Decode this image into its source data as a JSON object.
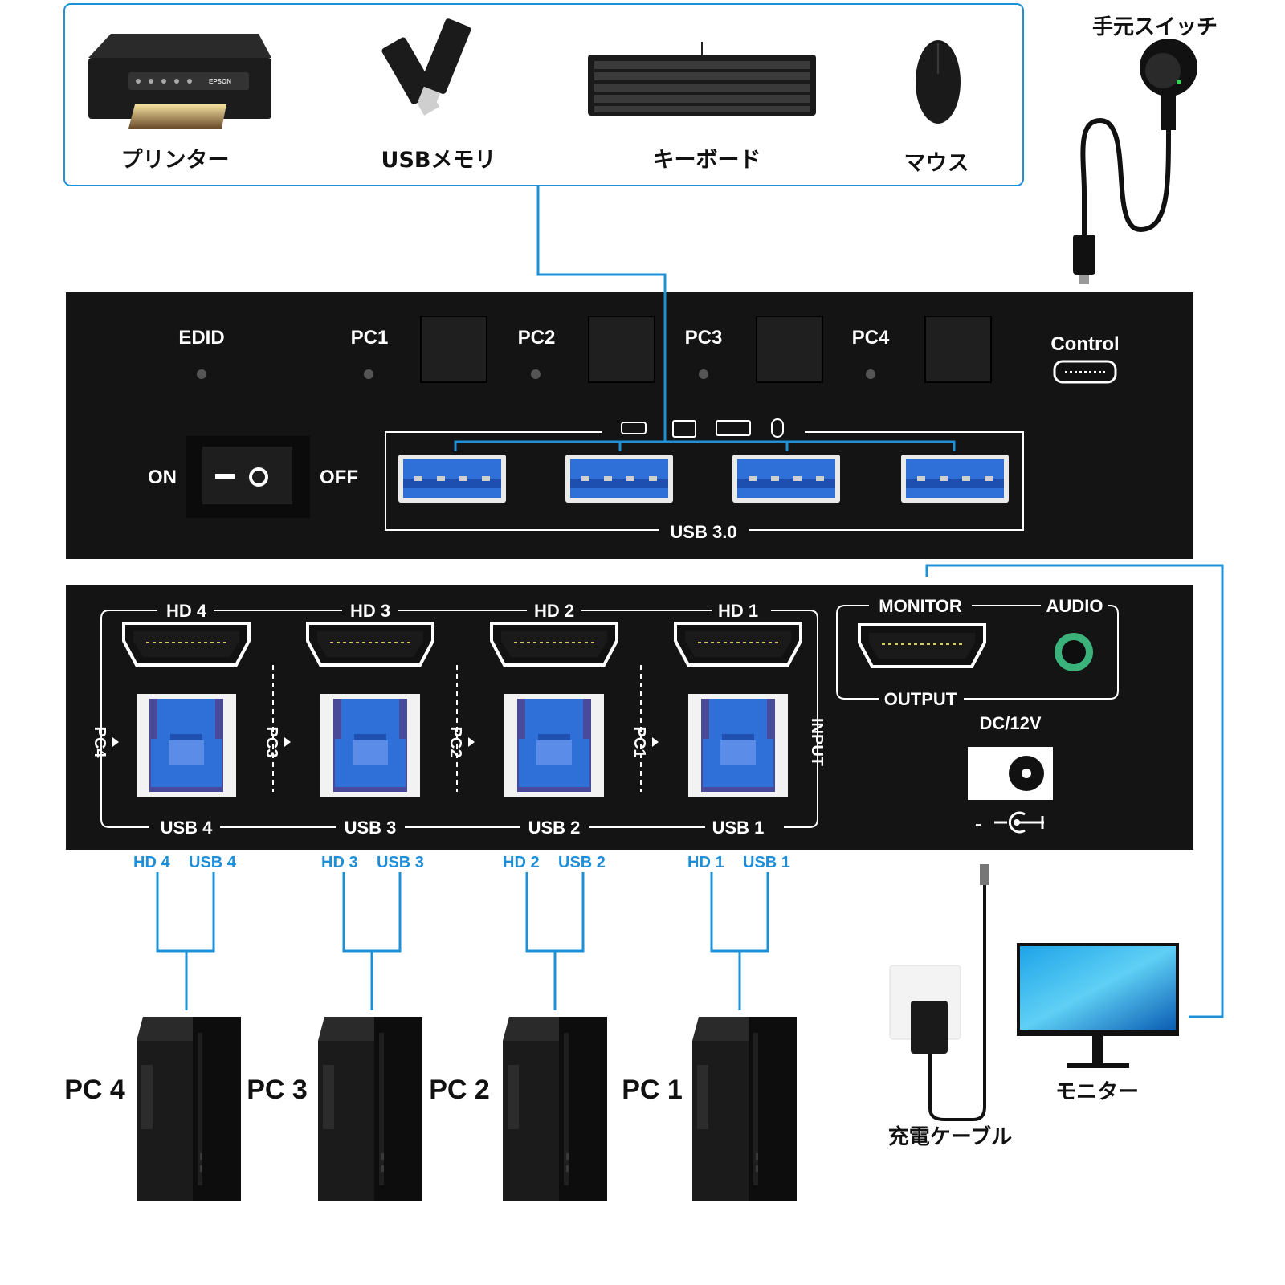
{
  "peripherals": [
    {
      "label": "プリンター",
      "icon": "printer-icon"
    },
    {
      "label": "USBメモリ",
      "icon": "usb-stick-icon"
    },
    {
      "label": "キーボード",
      "icon": "keyboard-icon"
    },
    {
      "label": "マウス",
      "icon": "mouse-icon"
    }
  ],
  "remote_switch_label": "手元スイッチ",
  "printer_brand": "EPSON",
  "front_panel": {
    "edid": "EDID",
    "pc_buttons": [
      "PC1",
      "PC2",
      "PC3",
      "PC4"
    ],
    "control": "Control",
    "on": "ON",
    "off": "OFF",
    "usb30": "USB 3.0"
  },
  "rear_panel": {
    "hd_labels": [
      "HD 4",
      "HD 3",
      "HD 2",
      "HD 1"
    ],
    "usb_labels": [
      "USB 4",
      "USB 3",
      "USB 2",
      "USB 1"
    ],
    "pc_side_labels": [
      "PC4",
      "PC3",
      "PC2",
      "PC1"
    ],
    "input": "INPUT",
    "monitor": "MONITOR",
    "audio": "AUDIO",
    "output": "OUTPUT",
    "dc": "DC/12V",
    "polarity_minus": "-"
  },
  "cable_labels": [
    {
      "hd": "HD 4",
      "usb": "USB 4"
    },
    {
      "hd": "HD 3",
      "usb": "USB 3"
    },
    {
      "hd": "HD 2",
      "usb": "USB 2"
    },
    {
      "hd": "HD 1",
      "usb": "USB 1"
    }
  ],
  "computers": [
    "PC 4",
    "PC 3",
    "PC 2",
    "PC 1"
  ],
  "charger_label": "充電ケーブル",
  "monitor_label": "モニター",
  "colors": {
    "accent": "#1e90d6",
    "panel": "#141414",
    "usb_blue": "#2f6fd8",
    "label_blue": "#1e8ed8"
  }
}
